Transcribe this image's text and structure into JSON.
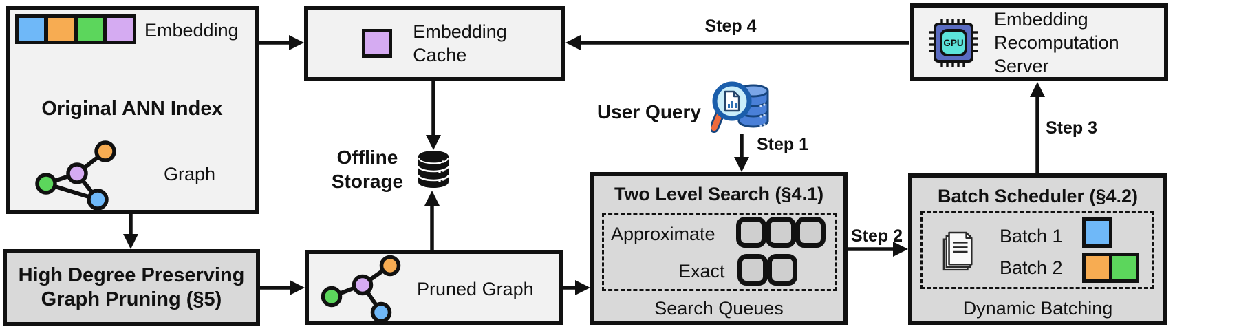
{
  "figure": {
    "boxes": {
      "original_ann_index": {
        "title": "Original ANN Index",
        "embedding_label": "Embedding",
        "graph_label": "Graph"
      },
      "graph_pruning": {
        "title": "High Degree Preserving\nGraph Pruning (§5)"
      },
      "embedding_cache": {
        "title": "Embedding\nCache"
      },
      "offline_storage": {
        "label": "Offline\nStorage",
        "icon": "database-icon"
      },
      "pruned_graph": {
        "label": "Pruned Graph"
      },
      "user_query": {
        "label": "User Query",
        "icon": "magnifier-over-database-icon"
      },
      "two_level_search": {
        "title": "Two Level Search (§4.1)",
        "row_approximate": "Approximate",
        "row_exact": "Exact",
        "approximate_queue_count": 3,
        "exact_queue_count": 2,
        "footer": "Search Queues"
      },
      "batch_scheduler": {
        "title": "Batch Scheduler (§4.2)",
        "batch1_label": "Batch 1",
        "batch2_label": "Batch 2",
        "footer": "Dynamic Batching",
        "icon": "documents-icon",
        "batch1_colors": [
          "blue"
        ],
        "batch2_colors": [
          "orange",
          "green"
        ]
      },
      "recomputation_server": {
        "title": "Embedding\nRecomputation\nServer",
        "gpu_label": "GPU",
        "icon": "gpu-chip-icon"
      }
    },
    "steps": {
      "step1": "Step 1",
      "step2": "Step 2",
      "step3": "Step 3",
      "step4": "Step 4"
    },
    "colors": {
      "embedding_blue": "#6FB8F8",
      "embedding_orange": "#F7AC52",
      "embedding_green": "#5CD65C",
      "embedding_purple": "#D5ABF2",
      "box_light": "#F2F2F2",
      "box_dark": "#D9D9D9",
      "queue_fill": "#CFCFCF",
      "gpu_chip_body": "#5A6CC2",
      "gpu_chip_core": "#5CE4DA",
      "query_db_blue": "#4A80D8",
      "magnifier_lens": "#C9EDF9",
      "magnifier_handle": "#EF6A3D",
      "line_black": "#111111"
    }
  }
}
